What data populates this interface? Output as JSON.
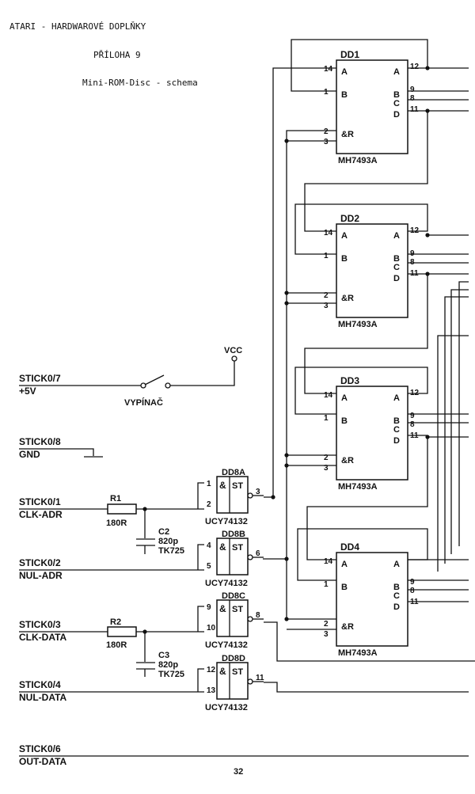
{
  "header": {
    "line1": "ATARI - HARDWAROVÉ DOPLŇKY",
    "line2": "PŘÍLOHA 9",
    "line3": "Mini-ROM-Disc - schema"
  },
  "counters": [
    {
      "name": "DD1",
      "part": "MH7493A",
      "pin_a_in": "14",
      "pin_b_in": "1",
      "pin_r1": "2",
      "pin_r2": "3",
      "pin_qa": "12",
      "pin_qb": "9",
      "pin_qc": "8",
      "pin_qd": "11",
      "in_a": "A",
      "in_b": "B",
      "in_r": "&R",
      "out_a": "A",
      "out_b": "B",
      "out_c": "C",
      "out_d": "D"
    },
    {
      "name": "DD2",
      "part": "MH7493A",
      "pin_a_in": "14",
      "pin_b_in": "1",
      "pin_r1": "2",
      "pin_r2": "3",
      "pin_qa": "12",
      "pin_qb": "9",
      "pin_qc": "8",
      "pin_qd": "11",
      "in_a": "A",
      "in_b": "B",
      "in_r": "&R",
      "out_a": "A",
      "out_b": "B",
      "out_c": "C",
      "out_d": "D"
    },
    {
      "name": "DD3",
      "part": "MH7493A",
      "pin_a_in": "14",
      "pin_b_in": "1",
      "pin_r1": "2",
      "pin_r2": "3",
      "pin_qa": "12",
      "pin_qb": "9",
      "pin_qc": "8",
      "pin_qd": "11",
      "in_a": "A",
      "in_b": "B",
      "in_r": "&R",
      "out_a": "A",
      "out_b": "B",
      "out_c": "C",
      "out_d": "D"
    },
    {
      "name": "DD4",
      "part": "MH7493A",
      "pin_a_in": "14",
      "pin_b_in": "1",
      "pin_r1": "2",
      "pin_r2": "3",
      "pin_qa": "",
      "pin_qb": "9",
      "pin_qc": "8",
      "pin_qd": "11",
      "in_a": "A",
      "in_b": "B",
      "in_r": "&R",
      "out_a": "A",
      "out_b": "B",
      "out_c": "C",
      "out_d": "D"
    }
  ],
  "gates": [
    {
      "name": "DD8A",
      "part": "UCY74132",
      "pin_in1": "1",
      "pin_in2": "2",
      "pin_out": "3",
      "sym_and": "&",
      "sym_st": "ST"
    },
    {
      "name": "DD8B",
      "part": "UCY74132",
      "pin_in1": "4",
      "pin_in2": "5",
      "pin_out": "6",
      "sym_and": "&",
      "sym_st": "ST"
    },
    {
      "name": "DD8C",
      "part": "UCY74132",
      "pin_in1": "9",
      "pin_in2": "10",
      "pin_out": "8",
      "sym_and": "&",
      "sym_st": "ST"
    },
    {
      "name": "DD8D",
      "part": "UCY74132",
      "pin_in1": "12",
      "pin_in2": "13",
      "pin_out": "11",
      "sym_and": "&",
      "sym_st": "ST"
    }
  ],
  "connectors": [
    {
      "pin": "STICK0/7",
      "signal": "+5V"
    },
    {
      "pin": "STICK0/8",
      "signal": "GND"
    },
    {
      "pin": "STICK0/1",
      "signal": "CLK-ADR"
    },
    {
      "pin": "STICK0/2",
      "signal": "NUL-ADR"
    },
    {
      "pin": "STICK0/3",
      "signal": "CLK-DATA"
    },
    {
      "pin": "STICK0/4",
      "signal": "NUL-DATA"
    },
    {
      "pin": "STICK0/6",
      "signal": "OUT-DATA"
    }
  ],
  "components": {
    "vcc": "VCC",
    "switch": "VYPÍNAČ",
    "r1": {
      "name": "R1",
      "value": "180R"
    },
    "r2": {
      "name": "R2",
      "value": "180R"
    },
    "c2": {
      "name": "C2",
      "value": "820p",
      "type": "TK725"
    },
    "c3": {
      "name": "C3",
      "value": "820p",
      "type": "TK725"
    }
  },
  "page_number": "32"
}
